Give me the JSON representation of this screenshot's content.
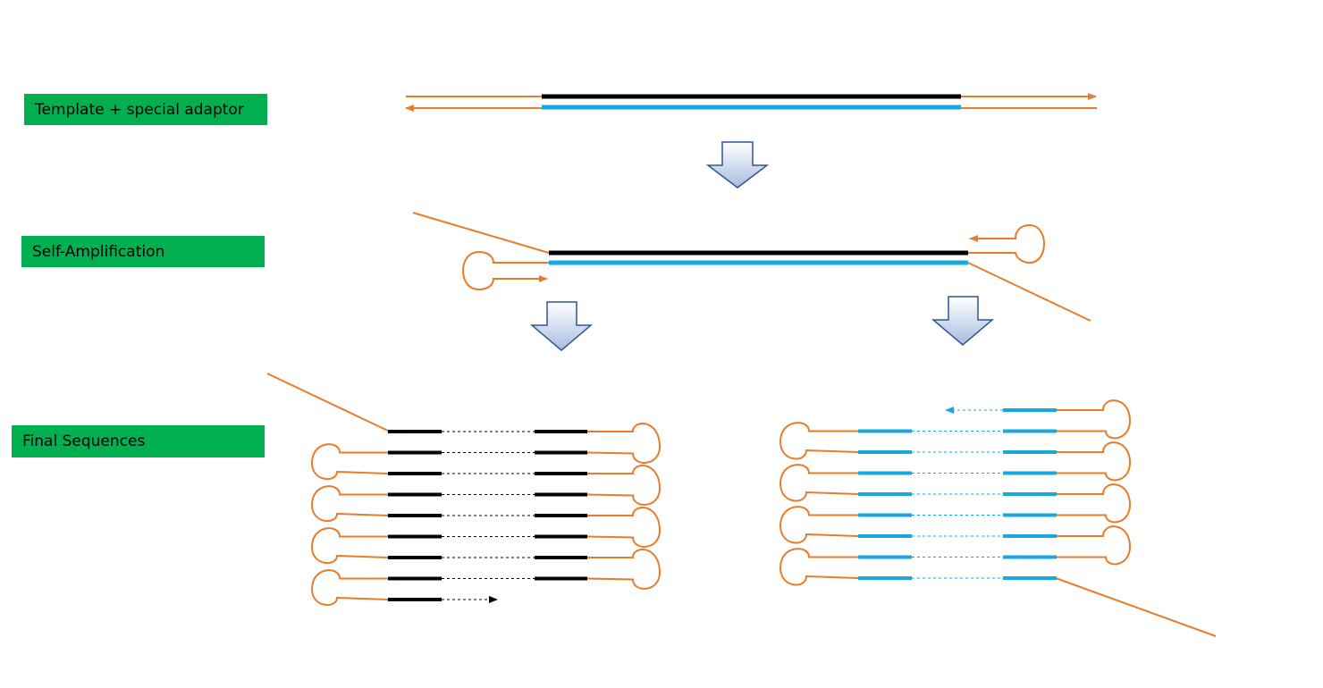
{
  "labels": {
    "template": "Template + special adaptor",
    "self_amplification": "Self-Amplification",
    "final_sequences": "Final Sequences"
  },
  "colors": {
    "label_background": "#00b050",
    "adaptor": "#e87c2a",
    "top_strand": "#000000",
    "bottom_strand": "#1aa7e0",
    "arrow_fill_top": "#ffffff",
    "arrow_fill_bottom": "#a8bde0",
    "arrow_stroke": "#2f5597"
  },
  "final_sequences": {
    "left_copies": 8,
    "right_copies": 8
  }
}
